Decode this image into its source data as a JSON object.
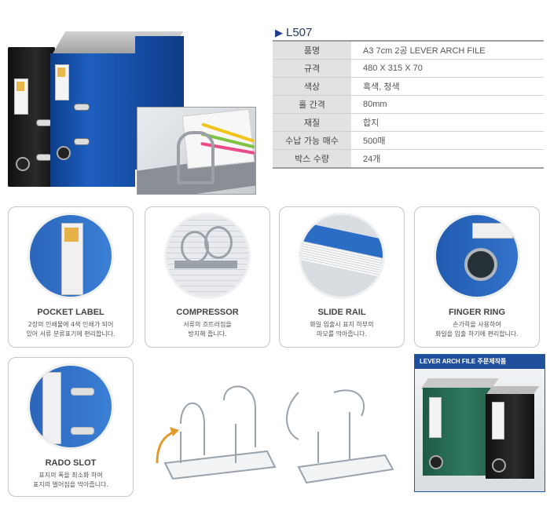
{
  "product": {
    "code": "L507",
    "specs": [
      {
        "key": "품명",
        "value": "A3 7cm 2공 LEVER ARCH FILE"
      },
      {
        "key": "규격",
        "value": "480 X 315 X 70"
      },
      {
        "key": "색상",
        "value": "흑색, 청색"
      },
      {
        "key": "홀 간격",
        "value": "80mm"
      },
      {
        "key": "재질",
        "value": "합지"
      },
      {
        "key": "수납 가능 매수",
        "value": "500매"
      },
      {
        "key": "박스 수량",
        "value": "24개"
      }
    ]
  },
  "features": [
    {
      "title": "POCKET LABEL",
      "desc_1": "2장의 인쇄물에 4색 인쇄가 되어",
      "desc_2": "있어 서류 분류표기에 편리합니다."
    },
    {
      "title": "COMPRESSOR",
      "desc_1": "서류의 흐트러짐을",
      "desc_2": "방지해 줍니다."
    },
    {
      "title": "SLIDE RAIL",
      "desc_1": "화일 입출시 표지 하부의",
      "desc_2": "마모를 막아줍니다."
    },
    {
      "title": "FINGER RING",
      "desc_1": "손가락을 사용하여",
      "desc_2": "화일을 입출 하기에 편리합니다."
    },
    {
      "title": "RADO SLOT",
      "desc_1": "표지의 폭을 최소화 하여",
      "desc_2": "표지의 벌어짐을 막아줍니다."
    }
  ],
  "promo": {
    "banner": "LEVER ARCH FILE 주문제작품"
  },
  "colors": {
    "accent_blue": "#1d3d8e",
    "binder_blue": "#1e5fbf",
    "binder_green": "#2f7a5e"
  }
}
